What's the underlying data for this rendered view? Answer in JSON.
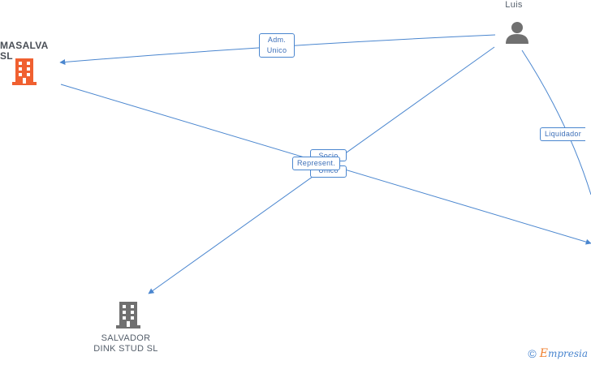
{
  "nodes": {
    "masalva": {
      "label": "MASALVA SL",
      "color": "#f06030"
    },
    "luis": {
      "label": "Luis",
      "color": "#707070"
    },
    "salvador": {
      "label_line1": "SALVADOR",
      "label_line2": "DINK STUD SL",
      "color": "#707070"
    }
  },
  "edges": {
    "adm_unico": {
      "line1": "Adm.",
      "line2": "Unico"
    },
    "liquidador": {
      "label": "Liquidador"
    },
    "hidden_top": {
      "label": "Socio"
    },
    "hidden_bottom": {
      "label": "Unico"
    },
    "represent": {
      "label": "Represent."
    }
  },
  "colors": {
    "edge": "#4a86cf"
  },
  "footer": {
    "copyright": "©",
    "brand_initial": "E",
    "brand_rest": "mpresia"
  }
}
